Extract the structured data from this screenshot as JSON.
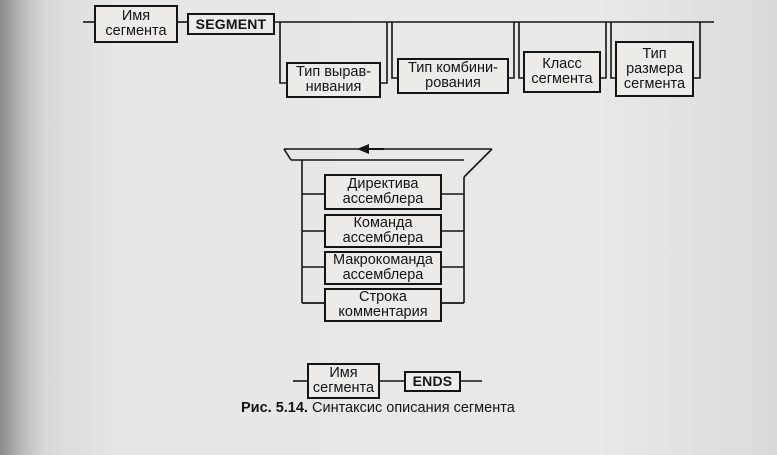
{
  "diagram": {
    "start": {
      "segment_name": "Имя\nсегмента",
      "segment_keyword": "SEGMENT"
    },
    "optional_attributes": [
      "Тип вырав-\nнивания",
      "Тип комбини-\nрования",
      "Класс\nсегмента",
      "Тип\nразмера\nсегмента"
    ],
    "body_items": [
      "Директива\nассемблера",
      "Команда\nассемблера",
      "Макрокоманда\nассемблера",
      "Строка\nкомментария"
    ],
    "end": {
      "segment_name": "Имя\nсегмента",
      "ends_keyword": "ENDS"
    }
  },
  "caption": {
    "label": "Рис. 5.14.",
    "text": " Синтаксис описания сегмента"
  }
}
